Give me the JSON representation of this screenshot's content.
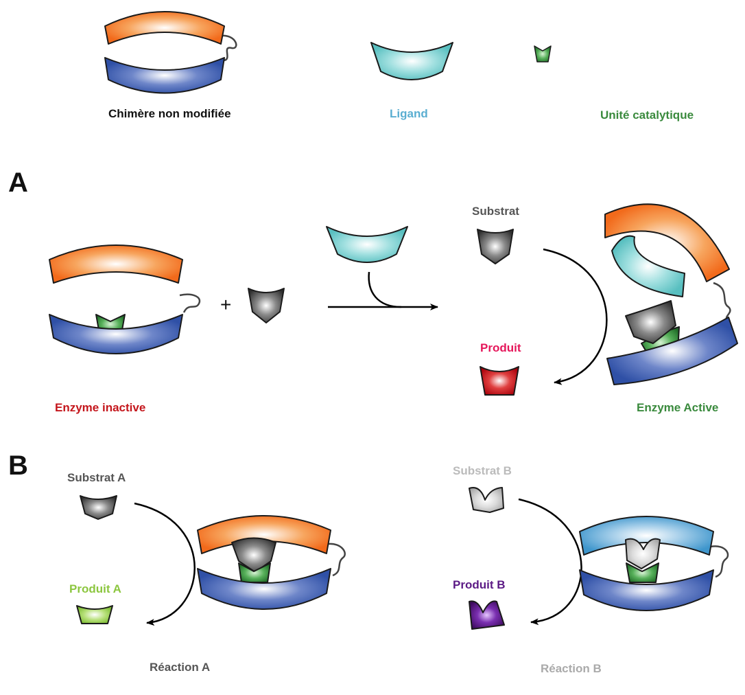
{
  "legend": {
    "chimera_label": "Chimère non modifiée",
    "ligand_label": "Ligand",
    "catalytic_label": "Unité catalytique"
  },
  "section_a": {
    "marker": "A",
    "plus": "+",
    "substrate_label": "Substrat",
    "product_label": "Produit",
    "inactive_label": "Enzyme inactive",
    "active_label": "Enzyme Active"
  },
  "section_b": {
    "marker": "B",
    "substrate_a_label": "Substrat A",
    "product_a_label": "Produit A",
    "substrate_b_label": "Substrat B",
    "product_b_label": "Produit B",
    "reaction_a_label": "Réaction A",
    "reaction_b_label": "Réaction B"
  },
  "colors": {
    "orange": "#f26a1b",
    "blue": "#2f50a6",
    "cyan": "#6cc9c9",
    "light_blue": "#4fa6d4",
    "green": "#2e8a35",
    "gray": "#4d4d4d",
    "light_gray": "#bdbdbd",
    "red": "#c4161c",
    "lime": "#8cc63f",
    "purple": "#55137c",
    "ligand_text": "#5aaed1",
    "catalytic_text": "#3a8a3d",
    "inactive_text": "#c4161c",
    "active_text": "#3a8a3d",
    "product_text": "#e5165a",
    "product_a_text": "#8cc63f",
    "product_b_text": "#5b1a85",
    "substrate_text": "#555555",
    "substrate_b_text": "#bbbbbb",
    "reaction_a_text": "#555555",
    "reaction_b_text": "#aaaaaa"
  }
}
